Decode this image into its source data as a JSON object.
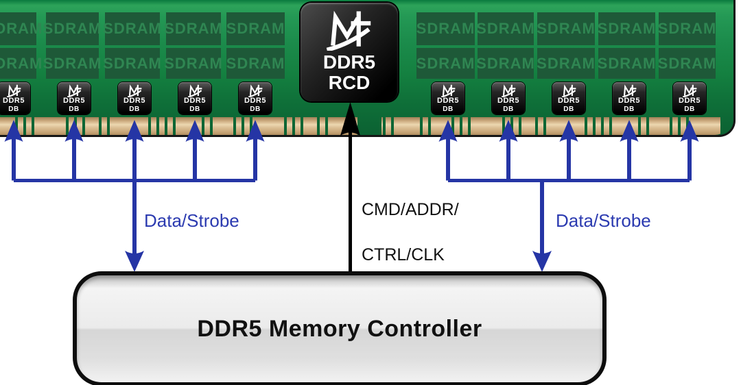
{
  "pcb": {
    "sdram_label": "SDRAM",
    "sdram_count_left": 10,
    "sdram_count_right": 10,
    "db_count_left": 5,
    "db_count_right": 5,
    "db_line1": "DDR5",
    "db_line2": "DB",
    "rcd_line1": "DDR5",
    "rcd_line2": "RCD",
    "logo": "montage-m-logo"
  },
  "labels": {
    "data_strobe_left": "Data/Strobe",
    "data_strobe_right": "Data/Strobe",
    "cmd_addr_line1": "CMD/ADDR/",
    "cmd_addr_line2": "CTRL/CLK"
  },
  "controller": {
    "label": "DDR5 Memory Controller"
  },
  "colors": {
    "pcb_green_bright": "#2da35a",
    "pcb_green_dark": "#0b6132",
    "sdram_chip_green": "#1e5938",
    "sdram_text_green": "#2f8652",
    "gold_finger": "#dcc096",
    "chip_black": "#0a0a0a",
    "chip_text_white": "#ffffff",
    "arrow_blue": "#2535a5",
    "label_blue": "#2b3ab0",
    "arrow_black": "#000000",
    "controller_gray": "#ebebeb"
  }
}
